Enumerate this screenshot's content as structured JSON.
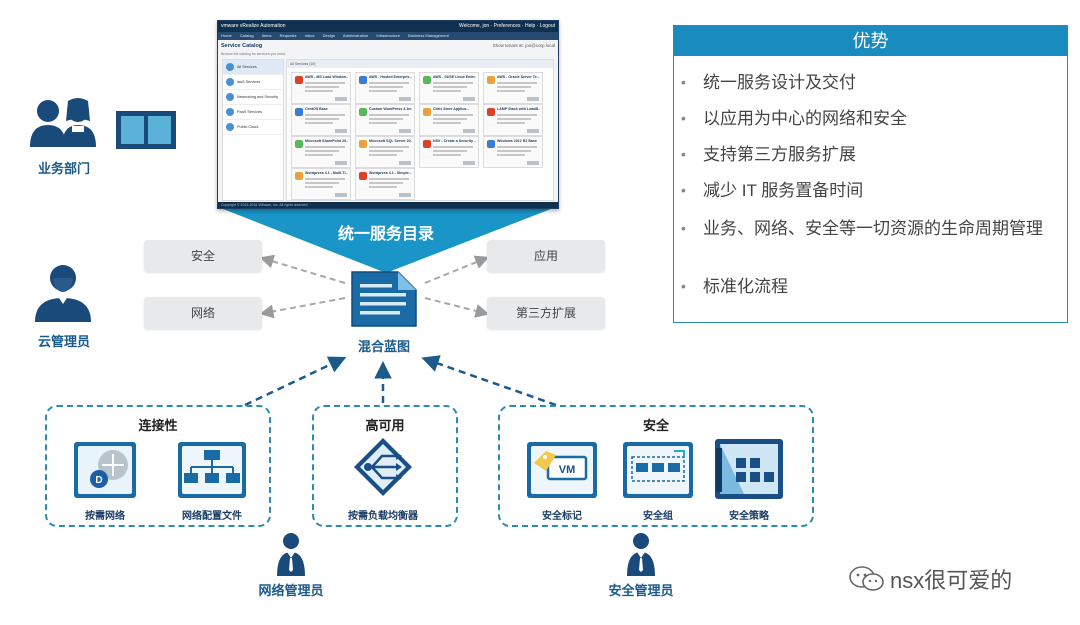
{
  "actors": {
    "business": "业务部门",
    "cloud_admin": "云管理员",
    "network_admin": "网络管理员",
    "security_admin": "安全管理员"
  },
  "screenshot": {
    "brand": "vmware vRealize Automation",
    "top_links": "Welcome, jon · Preferences · Help · Logout",
    "nav": [
      "Home",
      "Catalog",
      "Items",
      "Requests",
      "Inbox",
      "Design",
      "Administration",
      "Infrastructure",
      "Business Management"
    ],
    "title": "Service Catalog",
    "subtitle": "Browse the catalog for services you need.",
    "filter": "Show tenant at: jon@corp.local",
    "side_items": [
      "All Services",
      "laaS Services",
      "Networking and Security",
      "PaaS Services",
      "Public Cloud"
    ],
    "bar": "All Services (18)",
    "cards": [
      "AWS - MS Load Window...",
      "AWS - Hosted Enterpris...",
      "AWS - SUSE Linux Enter...",
      "AWS - Oracle Server Te...",
      "CentOS Base",
      "Custom WordPress 4.1m",
      "Citrix Store Applica...",
      "LAMP Stack with LoadB...",
      "Microsoft SharePoint 20...",
      "Microsoft SQL Server 20...",
      "NSX - Create a Security ...",
      "Windows 2012 R2 Base",
      "Wordpress 4.1 - Multi-Ti...",
      "Wordpress 4.1 - Simple..."
    ],
    "footer": "Copyright © 2013-2015 VMware, Inc. All rights reserved."
  },
  "banner": "统一服务目录",
  "blueprint": "混合蓝图",
  "services_left": [
    "安全",
    "网络"
  ],
  "services_right": [
    "应用",
    "第三方扩展"
  ],
  "groups": {
    "connectivity": {
      "title": "连接性",
      "items": [
        "按需网络",
        "网络配置文件"
      ]
    },
    "availability": {
      "title": "高可用",
      "items": [
        "按需负载均衡器"
      ]
    },
    "security": {
      "title": "安全",
      "items": [
        "安全标记",
        "安全组",
        "安全策略"
      ],
      "vm_tag": "VM"
    }
  },
  "panel": {
    "title": "优势",
    "items": [
      "统一服务设计及交付",
      "以应用为中心的网络和安全",
      "支持第三方服务扩展",
      "减少 IT 服务置备时间",
      "业务、网络、安全等一切资源的生命周期管理",
      "标准化流程"
    ]
  },
  "watermark": "nsx很可爱的",
  "colors": {
    "accent": "#1a8bbf",
    "dark_blue": "#1a5b8c",
    "dashed": "#2a8cb0"
  }
}
